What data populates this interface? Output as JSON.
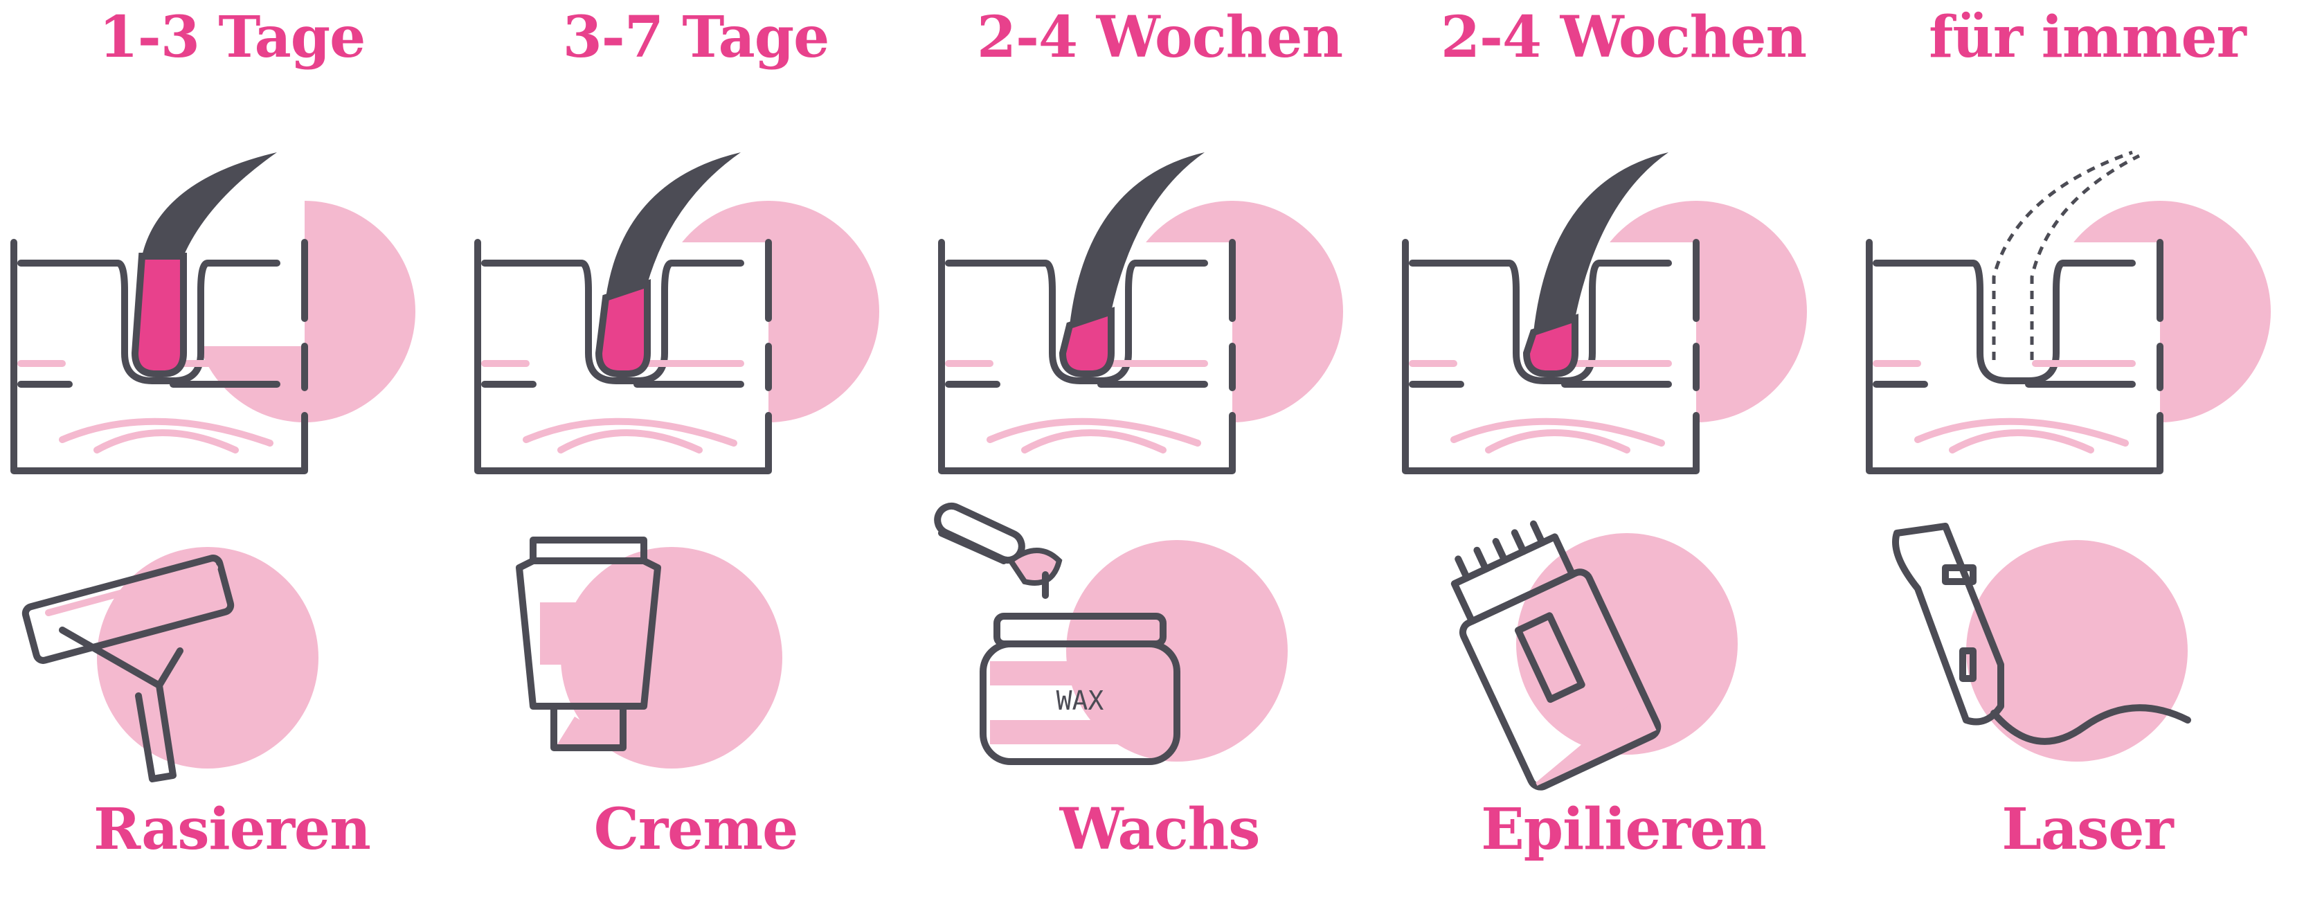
{
  "colors": {
    "accent_pink": "#e8418c",
    "light_pink": "#f4b9cf",
    "outline_gray": "#4c4c55"
  },
  "columns": [
    {
      "duration": "1-3 Tage",
      "method": "Rasieren",
      "tool_icon": "razor-icon",
      "hair_state": "hair shaft cut at skin surface",
      "root_fill": 0.85
    },
    {
      "duration": "3-7 Tage",
      "method": "Creme",
      "tool_icon": "cream-tube-icon",
      "hair_state": "hair shaft dissolved just below surface",
      "root_fill": 0.55
    },
    {
      "duration": "2-4 Wochen",
      "method": "Wachs",
      "tool_icon": "wax-jar-icon",
      "tool_text": "WAX",
      "hair_state": "hair pulled from root",
      "root_fill": 0.35
    },
    {
      "duration": "2-4 Wochen",
      "method": "Epilieren",
      "tool_icon": "epilator-icon",
      "hair_state": "hair pulled from root",
      "root_fill": 0.3
    },
    {
      "duration": "für immer",
      "method": "Laser",
      "tool_icon": "laser-device-icon",
      "hair_state": "follicle destroyed",
      "root_fill": 0
    }
  ]
}
